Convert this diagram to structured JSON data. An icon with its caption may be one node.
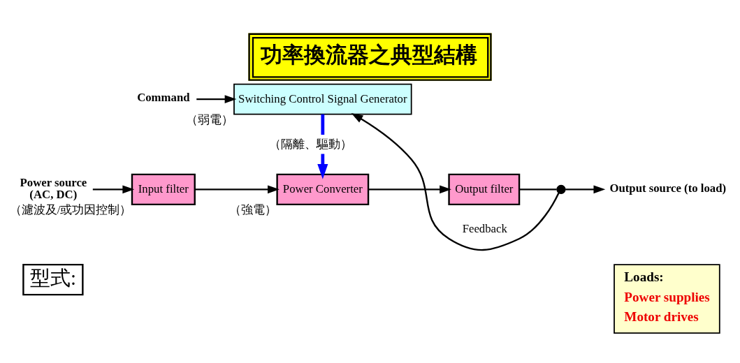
{
  "diagram": {
    "title": "功率換流器之典型結構",
    "nodes": [
      {
        "text": [
          "Power source",
          "(AC, DC)"
        ]
      },
      {
        "text": [
          "Input filter"
        ],
        "beside": [
          "（濾波及/或功因控制）"
        ]
      },
      {
        "text": [
          "Power Converter"
        ],
        "beside": [
          "（強電）"
        ]
      },
      {
        "text": [
          "Output filter"
        ]
      },
      {
        "text": [],
        "shape": "circle"
      },
      {
        "text": [
          "Output source (to load)"
        ]
      },
      {
        "text": [
          "Command"
        ]
      },
      {
        "text": [
          "Switching Control Signal Generator"
        ],
        "beside": [
          "（弱電）"
        ]
      },
      {
        "text": [
          "Loads:",
          "Power supplies",
          "Motor drives"
        ]
      },
      {
        "text": [
          "型式:"
        ]
      }
    ],
    "edges": [
      {
        "from": 0,
        "to": 1,
        "arrow": "to"
      },
      {
        "from": 1,
        "to": 2,
        "arrow": "to"
      },
      {
        "from": 2,
        "to": 3,
        "arrow": "to"
      },
      {
        "from": 3,
        "to": 4,
        "arrow": "none"
      },
      {
        "from": 4,
        "to": 5,
        "arrow": "to"
      },
      {
        "from": 4,
        "to": 7,
        "arrow": "to",
        "label": "Feedback"
      },
      {
        "from": 6,
        "to": 7,
        "arrow": "to"
      },
      {
        "from": 7,
        "to": 2,
        "arrow": "to",
        "label": "（隔離、驅動）",
        "style": "thick",
        "color": "#0000ff"
      }
    ]
  }
}
